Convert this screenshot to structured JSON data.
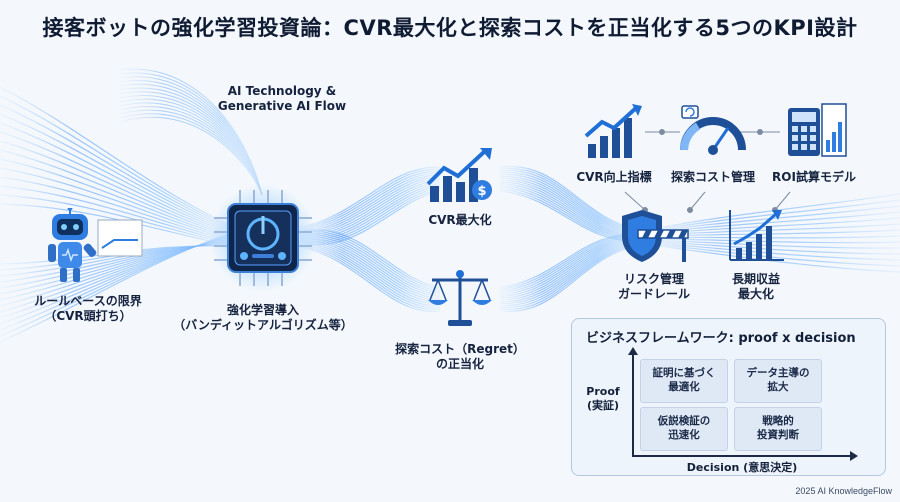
{
  "title": "接客ボットの強化学習投資論：CVR最大化と探索コストを正当化する5つのKPI設計",
  "flow_header": {
    "line1": "AI Technology &",
    "line2": "Generative AI Flow"
  },
  "nodes": {
    "rule_based": {
      "line1": "ルールベースの限界",
      "line2": "（CVR頭打ち）"
    },
    "rl_intro": {
      "line1": "強化学習導入",
      "line2": "（バンディットアルゴリズム等）"
    },
    "cvr_max": {
      "line1": "CVR最大化"
    },
    "exploration": {
      "line1": "探索コスト（Regret）",
      "line2": "の正当化"
    },
    "cvr_metric": {
      "line1": "CVR向上指標"
    },
    "explore_cost": {
      "line1": "探索コスト管理"
    },
    "roi_model": {
      "line1": "ROI試算モデル"
    },
    "risk": {
      "line1": "リスク管理",
      "line2": "ガードレール"
    },
    "long_term": {
      "line1": "長期収益",
      "line2": "最大化"
    }
  },
  "framework": {
    "title": "ビジネスフレームワーク: proof x decision",
    "y_label_1": "Proof",
    "y_label_2": "(実証)",
    "x_label": "Decision (意思決定)",
    "cells": [
      "証明に基づく\n最適化",
      "データ主導の\n拡大",
      "仮説検証の\n迅速化",
      "戦略的\n投資判断"
    ]
  },
  "footer": "2025 AI KnowledgeFlow",
  "colors": {
    "accent": "#1f6fd6",
    "glow": "#5aa8ff",
    "dark_blue": "#17407a",
    "text": "#13203a"
  }
}
